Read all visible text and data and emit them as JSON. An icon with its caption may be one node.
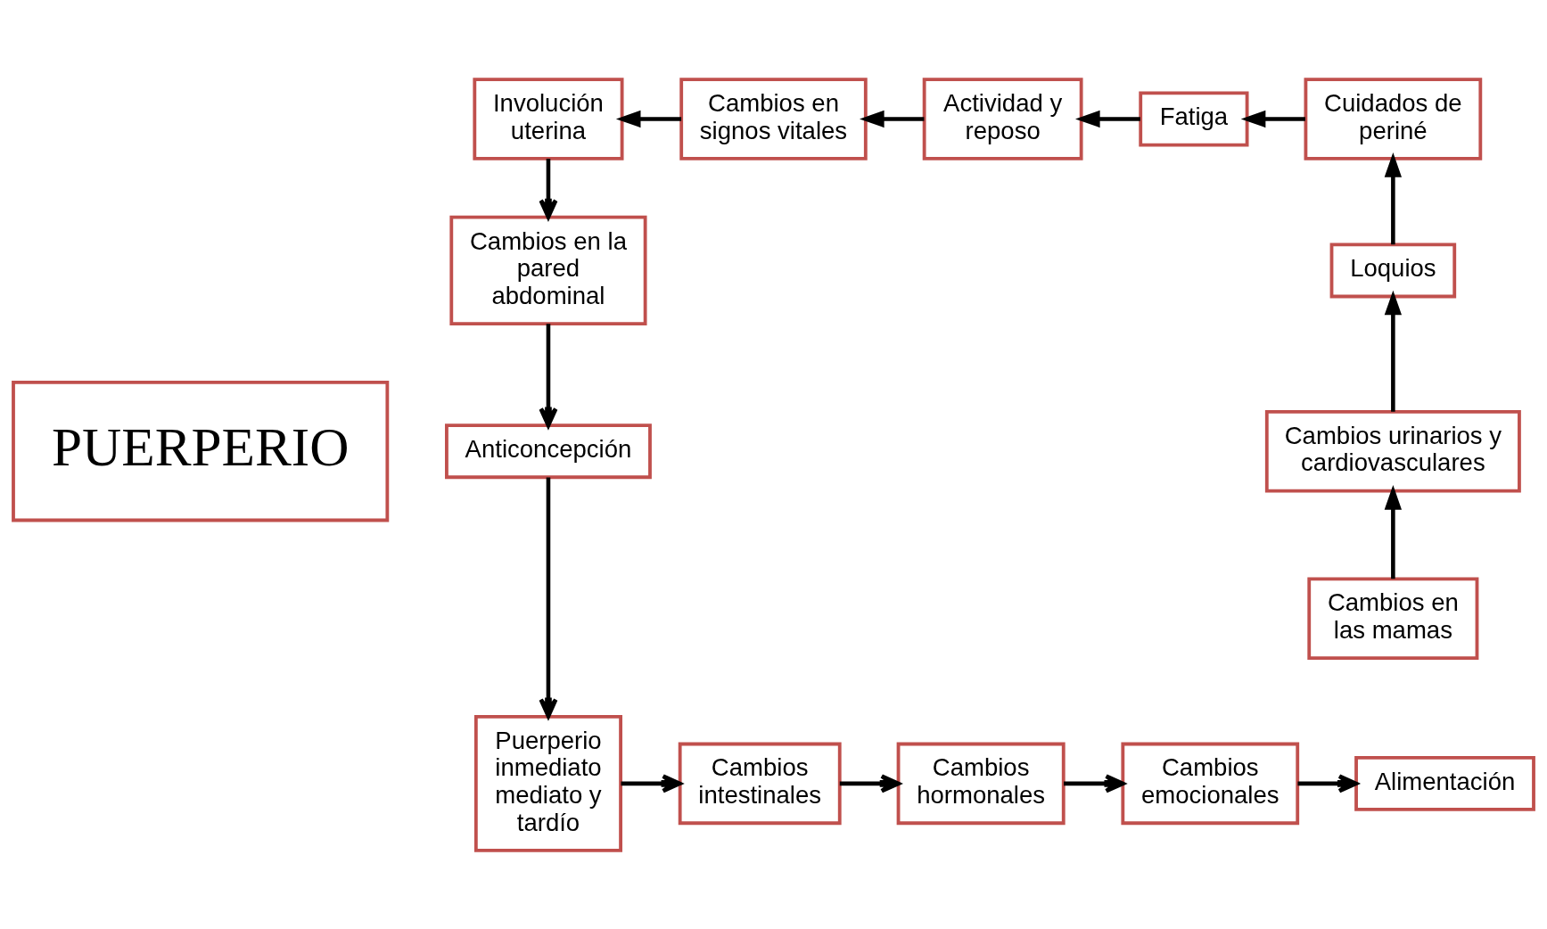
{
  "diagram": {
    "nodes": [
      {
        "text": [
          "PUERPERIO"
        ]
      },
      {
        "text": [
          "Involución uterina"
        ]
      },
      {
        "text": [
          "Cambios en signos vitales"
        ]
      },
      {
        "text": [
          "Actividad y reposo"
        ]
      },
      {
        "text": [
          "Fatiga"
        ]
      },
      {
        "text": [
          "Cuidados de periné"
        ]
      },
      {
        "text": [
          "Loquios"
        ]
      },
      {
        "text": [
          "Cambios urinarios y cardiovasculares"
        ]
      },
      {
        "text": [
          "Cambios en las mamas"
        ]
      },
      {
        "text": [
          "Cambios en la pared abdominal"
        ]
      },
      {
        "text": [
          "Anticoncepción"
        ]
      },
      {
        "text": [
          "Puerperio inmediato mediato y tardío"
        ]
      },
      {
        "text": [
          "Cambios intestinales"
        ]
      },
      {
        "text": [
          "Cambios hormonales"
        ]
      },
      {
        "text": [
          "Cambios emocionales"
        ]
      },
      {
        "text": [
          "Alimentación"
        ]
      }
    ],
    "edges": [
      {
        "from": 8,
        "to": 7,
        "arrow": "to"
      },
      {
        "from": 7,
        "to": 6,
        "arrow": "to"
      },
      {
        "from": 6,
        "to": 5,
        "arrow": "to"
      },
      {
        "from": 5,
        "to": 4,
        "arrow": "to"
      },
      {
        "from": 4,
        "to": 3,
        "arrow": "to"
      },
      {
        "from": 3,
        "to": 2,
        "arrow": "to"
      },
      {
        "from": 2,
        "to": 1,
        "arrow": "to"
      },
      {
        "from": 1,
        "to": 9,
        "arrow": "to"
      },
      {
        "from": 9,
        "to": 10,
        "arrow": "to"
      },
      {
        "from": 10,
        "to": 11,
        "arrow": "to"
      },
      {
        "from": 11,
        "to": 12,
        "arrow": "to"
      },
      {
        "from": 12,
        "to": 13,
        "arrow": "to"
      },
      {
        "from": 13,
        "to": 14,
        "arrow": "to"
      },
      {
        "from": 14,
        "to": 15,
        "arrow": "to"
      }
    ]
  }
}
